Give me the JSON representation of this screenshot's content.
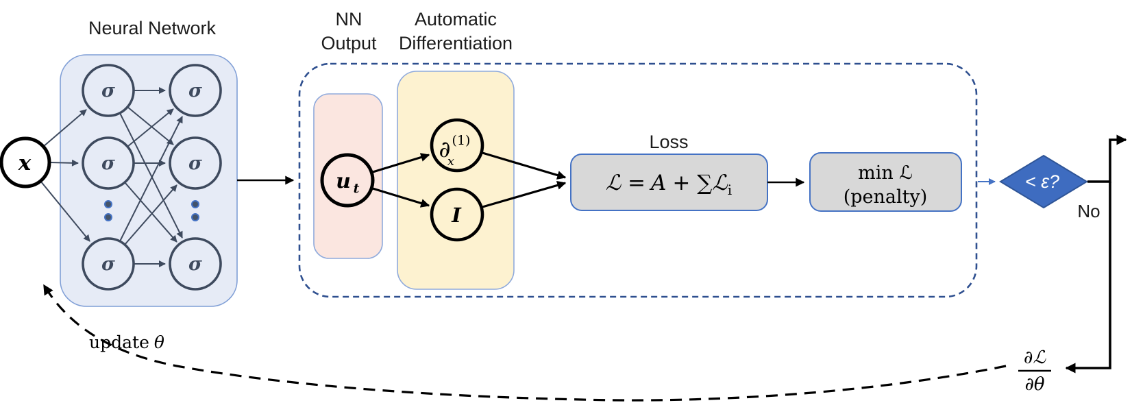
{
  "titles": {
    "neural_network": "Neural Network",
    "nn_output_line1": "NN",
    "nn_output_line2": "Output",
    "autodiff_line1": "Automatic",
    "autodiff_line2": "Differentiation",
    "loss": "Loss"
  },
  "nodes": {
    "input": "x",
    "sigma": "σ",
    "ut_base": "u",
    "ut_sub": "t",
    "partial_base": "∂",
    "partial_sup": "(1)",
    "partial_sub": "x",
    "identity": "I"
  },
  "loss_formula": {
    "full_text": "ℒ = 𝒜 + ∑ℒi",
    "p1": "ℒ =",
    "p2": "A",
    "p3": "+ ∑ℒ",
    "sub": "i"
  },
  "min_box": {
    "line1": "min ℒ",
    "line2": "(penalty)"
  },
  "decision": {
    "label": "< ε?",
    "no_label": "No"
  },
  "gradient": {
    "numerator": "∂ℒ",
    "denominator": "∂θ"
  },
  "feedback": {
    "update_word": "update",
    "theta": "θ"
  },
  "colors": {
    "nn_box_fill": "#e6ebf6",
    "nn_box_stroke": "#7f9ed6",
    "node_stroke": "#3e4a5e",
    "output_box_fill": "#fbe6e0",
    "autodiff_box_fill": "#fdf2d0",
    "inner_box_stroke": "#8faadc",
    "gray_box_fill": "#d8d8d8",
    "gray_box_stroke": "#4472c4",
    "dashed_border": "#2e4f8f",
    "diamond_fill": "#3e6cc0",
    "diamond_stroke": "#2f5597",
    "arrow_blue": "#4472c4",
    "arrow_black": "#000000",
    "dot_fill": "#44546a"
  }
}
